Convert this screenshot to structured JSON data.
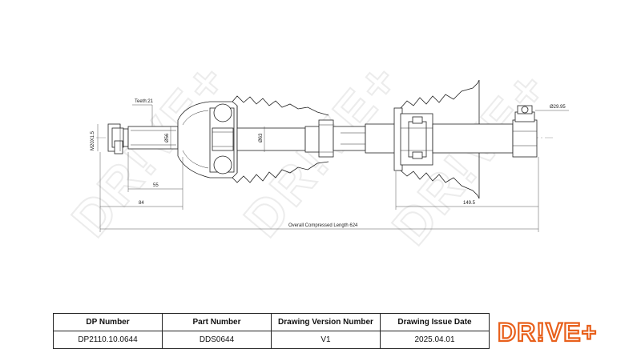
{
  "watermark": "DR!VE+",
  "annotations": {
    "teeth": "Teeth:21",
    "thread": "M20X1.5",
    "dia_shaft": "Ø56",
    "dia_joint": "Ø63",
    "dia_ring": "Ø29.95",
    "len_55": "55",
    "len_84": "84",
    "len_149": "149.5",
    "overall": "Overall Compressed Length 624"
  },
  "title_block": {
    "headers": [
      "DP Number",
      "Part Number",
      "Drawing Version Number",
      "Drawing Issue Date"
    ],
    "values": [
      "DP2110.10.0644",
      "DDS0644",
      "V1",
      "2025.04.01"
    ]
  },
  "logo": {
    "text": "DR!VE+",
    "accent": "#e8601c"
  }
}
